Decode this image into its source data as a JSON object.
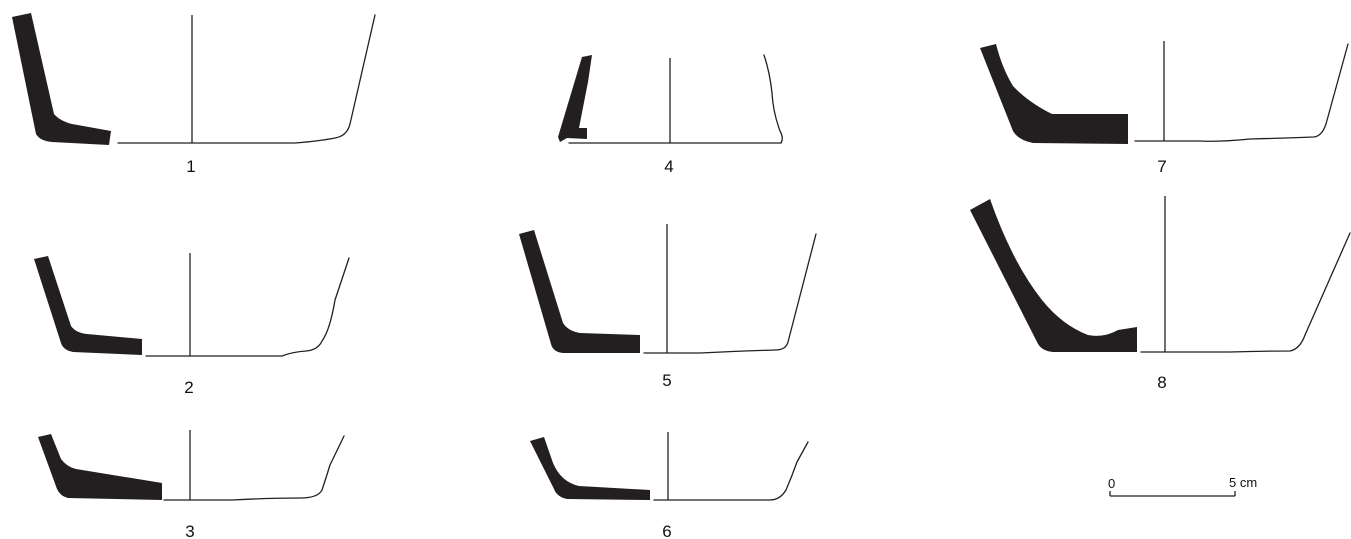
{
  "figure": {
    "sherds": [
      {
        "id": "1",
        "label": "1"
      },
      {
        "id": "2",
        "label": "2"
      },
      {
        "id": "3",
        "label": "3"
      },
      {
        "id": "4",
        "label": "4"
      },
      {
        "id": "5",
        "label": "5"
      },
      {
        "id": "6",
        "label": "6"
      },
      {
        "id": "7",
        "label": "7"
      },
      {
        "id": "8",
        "label": "8"
      }
    ],
    "scale_bar": {
      "start_label": "0",
      "end_label": "5 cm"
    },
    "colors": {
      "section_fill": "#231f20",
      "line": "#231f20",
      "background": "#ffffff"
    }
  }
}
